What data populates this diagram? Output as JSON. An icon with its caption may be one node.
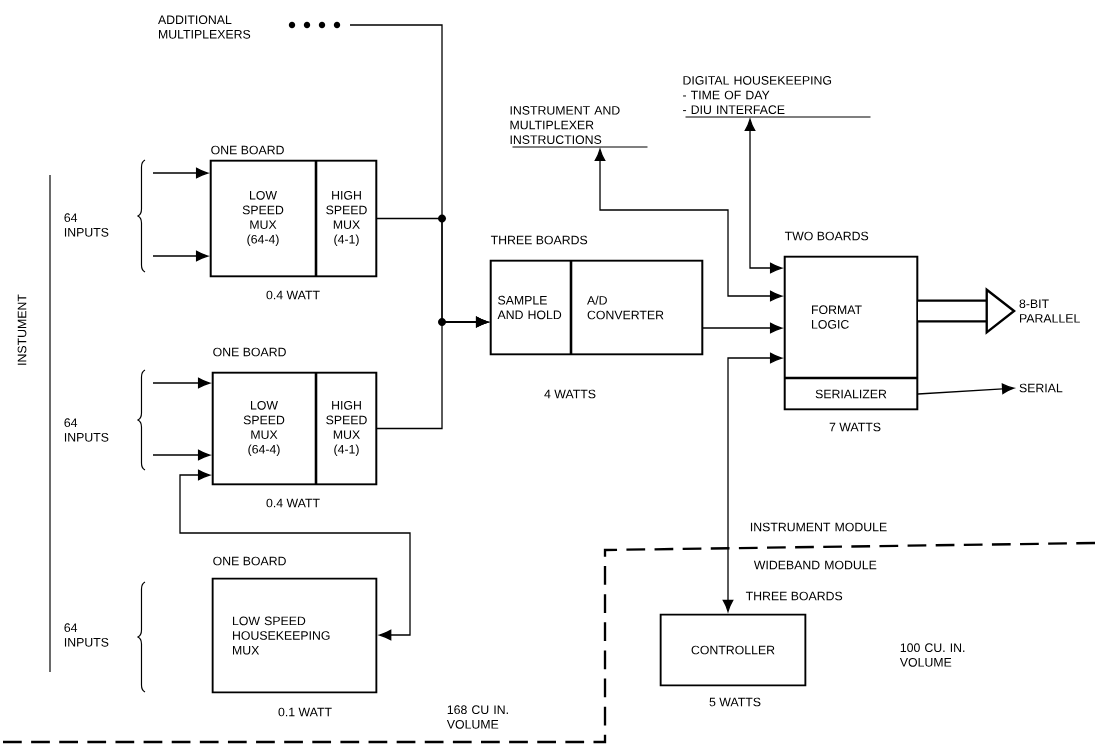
{
  "diagram": {
    "nodes": [
      {
        "text": [
          "ONE BOARD"
        ],
        "beside": [
          "0.4 WATT"
        ]
      },
      {
        "text": [
          "LOW SPEED MUX (64-4)"
        ],
        "in": 0
      },
      {
        "text": [
          "HIGH SPEED MUX (4-1)"
        ],
        "in": 0
      },
      {
        "text": [
          "ONE BOARD"
        ],
        "beside": [
          "0.4 WATT"
        ]
      },
      {
        "text": [
          "LOW SPEED MUX (64-4)"
        ],
        "in": 3
      },
      {
        "text": [
          "HIGH SPEED MUX (4-1)"
        ],
        "in": 3
      },
      {
        "text": [
          "ONE BOARD",
          "LOW SPEED HOUSEKEEPING MUX"
        ],
        "beside": [
          "0.1 WATT"
        ]
      },
      {
        "text": [
          "THREE BOARDS"
        ],
        "beside": [
          "4 WATTS"
        ]
      },
      {
        "text": [
          "SAMPLE AND HOLD"
        ],
        "in": 7
      },
      {
        "text": [
          "A/D CONVERTER"
        ],
        "in": 7
      },
      {
        "text": [
          "TWO BOARDS"
        ],
        "beside": [
          "7 WATTS"
        ]
      },
      {
        "text": [
          "FORMAT LOGIC"
        ],
        "in": 10
      },
      {
        "text": [
          "SERIALIZER"
        ],
        "in": 10
      },
      {
        "text": [
          "THREE BOARDS",
          "CONTROLLER"
        ],
        "beside": [
          "5 WATTS"
        ]
      },
      {
        "text": [
          "ADDITIONAL MULTIPLEXERS"
        ]
      },
      {
        "text": [
          "INSTRUMENT AND MULTIPLEXER INSTRUCTIONS"
        ]
      },
      {
        "text": [
          "DIGITAL HOUSEKEEPING",
          "- TIME OF DAY",
          "- DIU INTERFACE"
        ]
      },
      {
        "text": [
          "8-BIT PARALLEL"
        ]
      },
      {
        "text": [
          "SERIAL"
        ]
      }
    ],
    "edges": [
      {
        "from": 2,
        "to": 8,
        "arrow": "to"
      },
      {
        "from": 5,
        "to": 8,
        "arrow": "to"
      },
      {
        "from": 14,
        "to": 8,
        "arrow": "to"
      },
      {
        "from": null,
        "to": 1,
        "arrow": "to"
      },
      {
        "from": null,
        "to": 1,
        "arrow": "to"
      },
      {
        "from": null,
        "to": 4,
        "arrow": "to"
      },
      {
        "from": null,
        "to": 4,
        "arrow": "to"
      },
      {
        "from": 4,
        "to": 6,
        "arrow": "both"
      },
      {
        "from": 9,
        "to": 11,
        "arrow": "to"
      },
      {
        "from": 11,
        "to": 15,
        "arrow": "both"
      },
      {
        "from": 11,
        "to": 16,
        "arrow": "both"
      },
      {
        "from": 11,
        "to": 13,
        "arrow": "both"
      },
      {
        "from": 11,
        "to": 17,
        "arrow": "to",
        "style": "thick"
      },
      {
        "from": 12,
        "to": 18,
        "arrow": "to"
      }
    ],
    "labels": [
      "64 INPUTS",
      "INSTUMENT",
      "64 INPUTS",
      "INSTRUMENT MODULE",
      "WIDEBAND MODULE",
      "64 INPUTS",
      "100 CU. IN. VOLUME",
      "168 CU IN. VOLUME"
    ]
  }
}
